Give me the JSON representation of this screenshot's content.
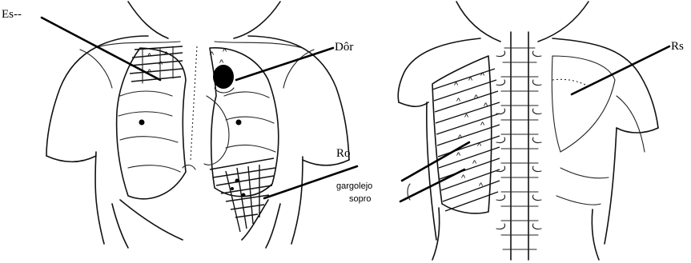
{
  "labels": {
    "es": "Es--",
    "dor": "Dôr",
    "ro": "Ro",
    "gargolejo": "gargolejo",
    "sopro": "sopro",
    "rs": "Rs"
  }
}
